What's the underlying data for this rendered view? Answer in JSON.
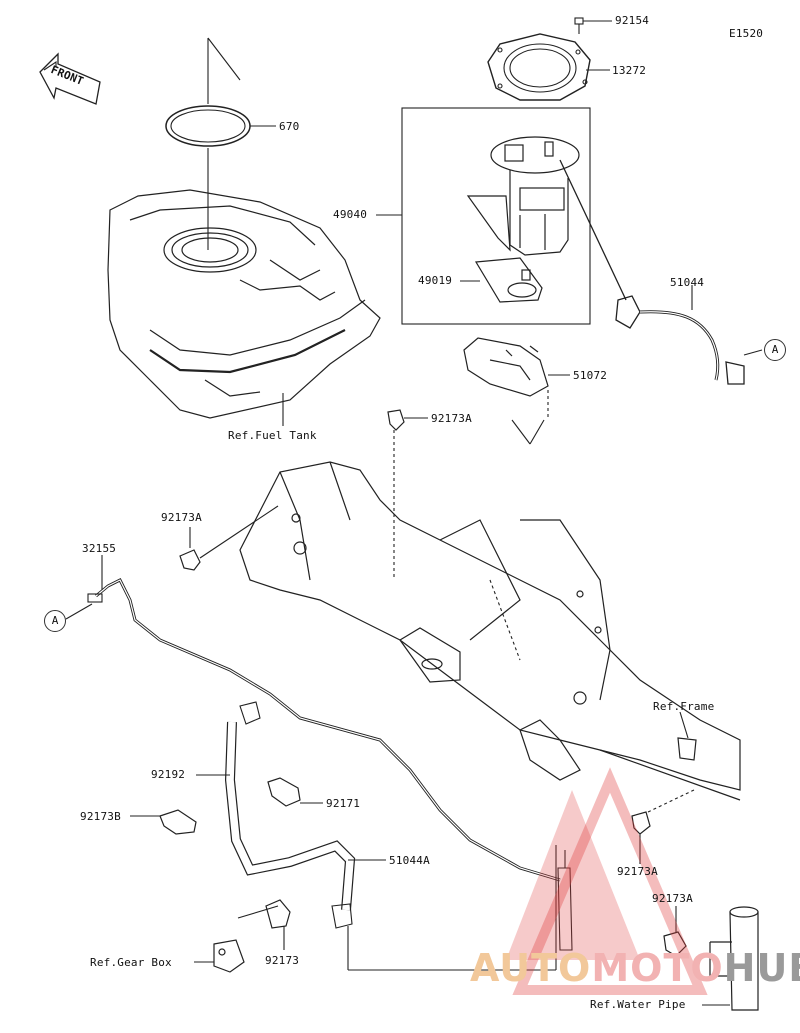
{
  "diagram_code": "E1520",
  "direction_label": "FRONT",
  "parts": {
    "p92154": "92154",
    "p13272": "13272",
    "p670": "670",
    "p49040": "49040",
    "p49019": "49019",
    "p51044": "51044",
    "p51072": "51072",
    "p92173A_1": "92173A",
    "p92173A_2": "92173A",
    "p32155": "32155",
    "p92192": "92192",
    "p92173B": "92173B",
    "p92171": "92171",
    "p51044A": "51044A",
    "p92173": "92173",
    "p92173A_3": "92173A",
    "p92173A_4": "92173A"
  },
  "references": {
    "fuel_tank": "Ref.Fuel Tank",
    "frame": "Ref.Frame",
    "gear_box": "Ref.Gear Box",
    "water_pipe": "Ref.Water Pipe"
  },
  "connector_refs": {
    "a_right": "A",
    "a_left": "A"
  },
  "watermark": {
    "part1": "AUTO",
    "part2": "MOTO",
    "part3": "HUB"
  },
  "colors": {
    "line": "#222222",
    "watermark_red": "#e04040"
  }
}
